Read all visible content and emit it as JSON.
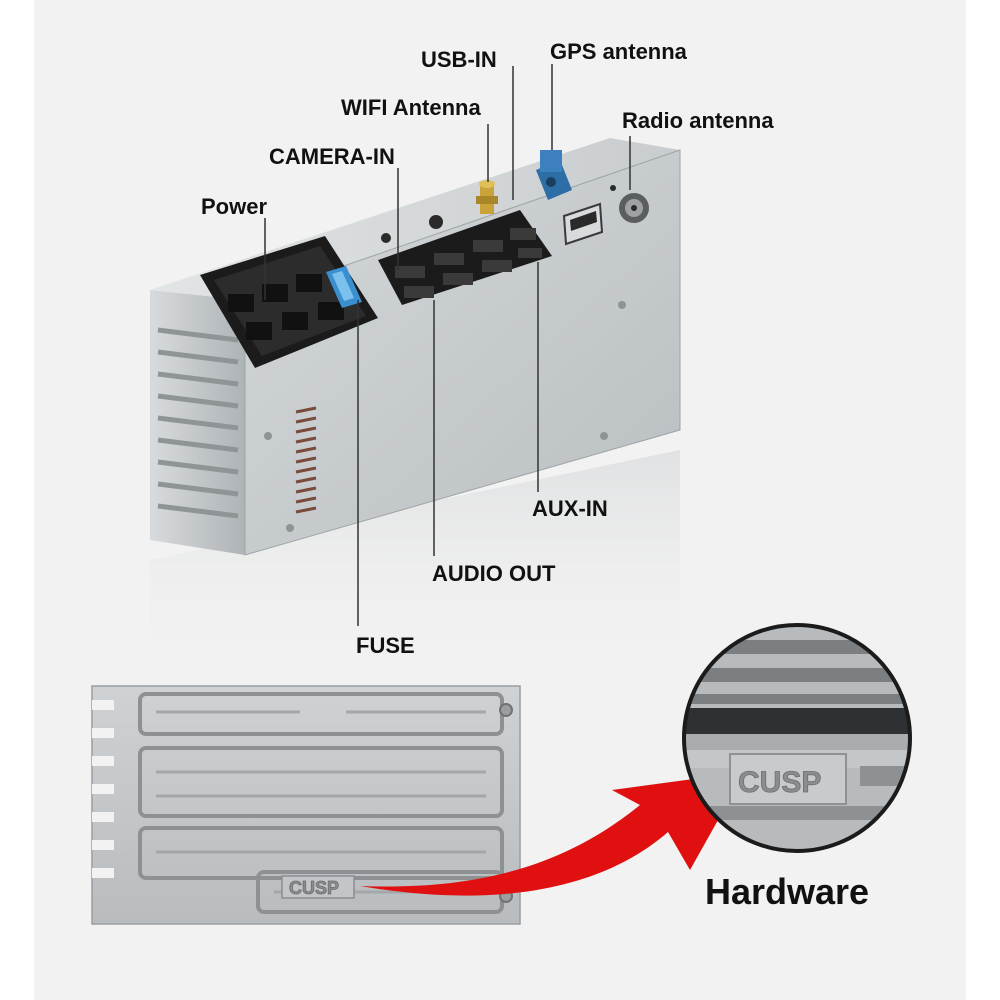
{
  "labels": {
    "usb_in": "USB-IN",
    "gps_antenna": "GPS antenna",
    "wifi_antenna": "WIFI Antenna",
    "radio_antenna": "Radio antenna",
    "camera_in": "CAMERA-IN",
    "power": "Power",
    "aux_in": "AUX-IN",
    "audio_out": "AUDIO OUT",
    "fuse": "FUSE",
    "hardware": "Hardware"
  },
  "embossed_logo": "CUSP",
  "colors": {
    "panel_background": "#f2f2f2",
    "housing": "#c6cacc",
    "connector": "#1b1b1b",
    "gps_connector": "#2e6ea6",
    "wifi_connector": "#c9a33a",
    "fuse": "#3a8fd0",
    "arrow": "#e01010"
  }
}
